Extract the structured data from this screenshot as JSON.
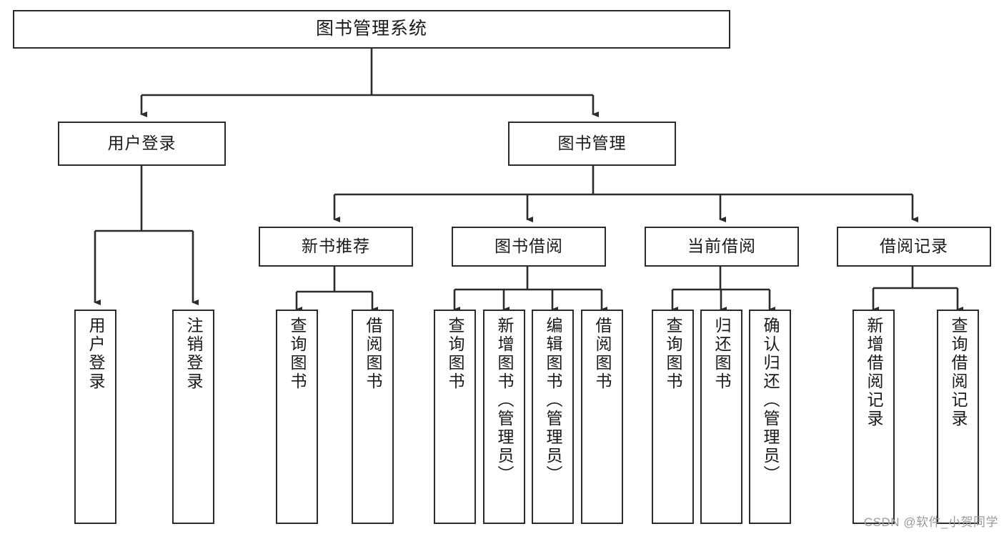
{
  "diagram": {
    "title": "图书管理系统",
    "type": "tree-hierarchy-chart",
    "theme": {
      "stroke": "#2b2b2b",
      "fill": "#ffffff",
      "text": "#1a1a1a",
      "watermark_color": "#9a9a9a"
    },
    "watermark": "CSDN @软件_小贺同学",
    "levels": {
      "root": "图书管理系统",
      "level2": [
        "用户登录",
        "图书管理"
      ],
      "level3": [
        "新书推荐",
        "图书借阅",
        "当前借阅",
        "借阅记录"
      ]
    },
    "nodes": {
      "root": {
        "label": "图书管理系统",
        "orientation": "horizontal"
      },
      "user_login": {
        "label": "用户登录",
        "orientation": "horizontal"
      },
      "book_manage": {
        "label": "图书管理",
        "orientation": "horizontal"
      },
      "new_book_rec": {
        "label": "新书推荐",
        "orientation": "horizontal"
      },
      "book_borrow": {
        "label": "图书借阅",
        "orientation": "horizontal"
      },
      "current_borrow": {
        "label": "当前借阅",
        "orientation": "horizontal"
      },
      "borrow_record": {
        "label": "借阅记录",
        "orientation": "horizontal"
      },
      "leaf_user_login": {
        "label": "用户登录",
        "orientation": "vertical"
      },
      "leaf_logout": {
        "label": "注销登录",
        "orientation": "vertical"
      },
      "leaf_query_book_1": {
        "label": "查询图书",
        "orientation": "vertical"
      },
      "leaf_borrow_book_1": {
        "label": "借阅图书",
        "orientation": "vertical"
      },
      "leaf_query_book_2": {
        "label": "查询图书",
        "orientation": "vertical"
      },
      "leaf_add_book": {
        "label": "新增图书（管理员）",
        "orientation": "vertical"
      },
      "leaf_edit_book": {
        "label": "编辑图书（管理员）",
        "orientation": "vertical"
      },
      "leaf_borrow_book_2": {
        "label": "借阅图书",
        "orientation": "vertical"
      },
      "leaf_query_book_3": {
        "label": "查询图书",
        "orientation": "vertical"
      },
      "leaf_return_book": {
        "label": "归还图书",
        "orientation": "vertical"
      },
      "leaf_confirm_return": {
        "label": "确认归还（管理员）",
        "orientation": "vertical"
      },
      "leaf_add_record": {
        "label": "新增借阅记录",
        "orientation": "vertical"
      },
      "leaf_query_record": {
        "label": "查询借阅记录",
        "orientation": "vertical"
      }
    },
    "edges": [
      {
        "from": "root",
        "to": "user_login"
      },
      {
        "from": "root",
        "to": "book_manage"
      },
      {
        "from": "user_login",
        "to": "leaf_user_login"
      },
      {
        "from": "user_login",
        "to": "leaf_logout"
      },
      {
        "from": "book_manage",
        "to": "new_book_rec"
      },
      {
        "from": "book_manage",
        "to": "book_borrow"
      },
      {
        "from": "book_manage",
        "to": "current_borrow"
      },
      {
        "from": "book_manage",
        "to": "borrow_record"
      },
      {
        "from": "new_book_rec",
        "to": "leaf_query_book_1"
      },
      {
        "from": "new_book_rec",
        "to": "leaf_borrow_book_1"
      },
      {
        "from": "book_borrow",
        "to": "leaf_query_book_2"
      },
      {
        "from": "book_borrow",
        "to": "leaf_add_book"
      },
      {
        "from": "book_borrow",
        "to": "leaf_edit_book"
      },
      {
        "from": "book_borrow",
        "to": "leaf_borrow_book_2"
      },
      {
        "from": "current_borrow",
        "to": "leaf_query_book_3"
      },
      {
        "from": "current_borrow",
        "to": "leaf_return_book"
      },
      {
        "from": "current_borrow",
        "to": "leaf_confirm_return"
      },
      {
        "from": "borrow_record",
        "to": "leaf_add_record"
      },
      {
        "from": "borrow_record",
        "to": "leaf_query_record"
      }
    ]
  }
}
